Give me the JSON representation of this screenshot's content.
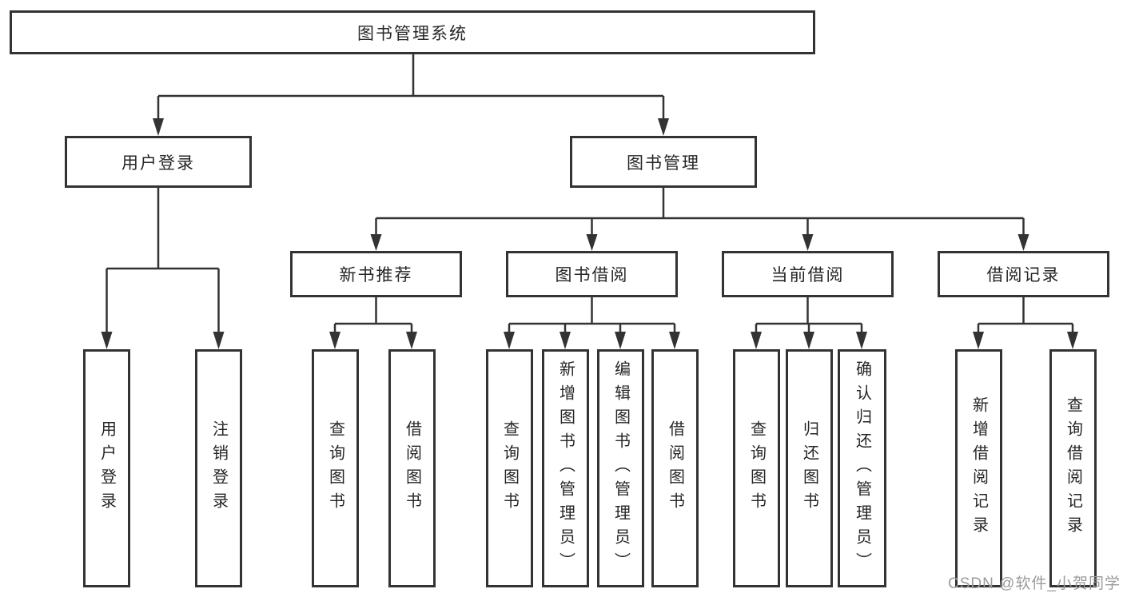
{
  "colors": {
    "border": "#333333",
    "line": "#333333",
    "text": "#262626",
    "watermark": "#9b9b9b",
    "background": "#ffffff"
  },
  "tree": {
    "root": {
      "label": "图书管理系统"
    },
    "login": {
      "label": "用户登录",
      "children": [
        {
          "label": "用户登录"
        },
        {
          "label": "注销登录"
        }
      ]
    },
    "mgmt": {
      "label": "图书管理",
      "sections": [
        {
          "label": "新书推荐",
          "children": [
            {
              "label": "查询图书"
            },
            {
              "label": "借阅图书"
            }
          ]
        },
        {
          "label": "图书借阅",
          "children": [
            {
              "label": "查询图书"
            },
            {
              "label": "新增图书（管理员）"
            },
            {
              "label": "编辑图书（管理员）"
            },
            {
              "label": "借阅图书"
            }
          ]
        },
        {
          "label": "当前借阅",
          "children": [
            {
              "label": "查询图书"
            },
            {
              "label": "归还图书"
            },
            {
              "label": "确认归还（管理员）"
            }
          ]
        },
        {
          "label": "借阅记录",
          "children": [
            {
              "label": "新增借阅记录"
            },
            {
              "label": "查询借阅记录"
            }
          ]
        }
      ]
    }
  },
  "watermark": {
    "text": "CSDN @软件_小贺同学"
  }
}
